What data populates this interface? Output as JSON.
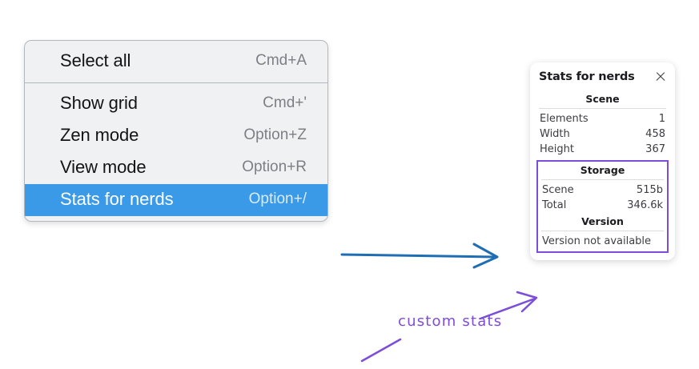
{
  "context_menu": {
    "groups": [
      {
        "items": [
          {
            "label": "Select all",
            "shortcut": "Cmd+A",
            "selected": false
          }
        ]
      },
      {
        "items": [
          {
            "label": "Show grid",
            "shortcut": "Cmd+'",
            "selected": false
          },
          {
            "label": "Zen mode",
            "shortcut": "Option+Z",
            "selected": false
          },
          {
            "label": "View mode",
            "shortcut": "Option+R",
            "selected": false
          },
          {
            "label": "Stats for nerds",
            "shortcut": "Option+/",
            "selected": true
          }
        ]
      }
    ],
    "selected_color": "#3b9ae8"
  },
  "stats_panel": {
    "title": "Stats for nerds",
    "close_icon": "close-icon",
    "scene": {
      "heading": "Scene",
      "rows": [
        {
          "key": "Elements",
          "value": "1"
        },
        {
          "key": "Width",
          "value": "458"
        },
        {
          "key": "Height",
          "value": "367"
        }
      ]
    },
    "storage": {
      "heading": "Storage",
      "rows": [
        {
          "key": "Scene",
          "value": "515b"
        },
        {
          "key": "Total",
          "value": "346.6k"
        }
      ]
    },
    "version": {
      "heading": "Version",
      "note": "Version not available"
    },
    "highlight_color": "#7c4dd8"
  },
  "annotations": {
    "custom_stats_label": "custom stats",
    "arrow_color_blue": "#1f6eb4",
    "arrow_color_purple": "#7c4dd8"
  }
}
